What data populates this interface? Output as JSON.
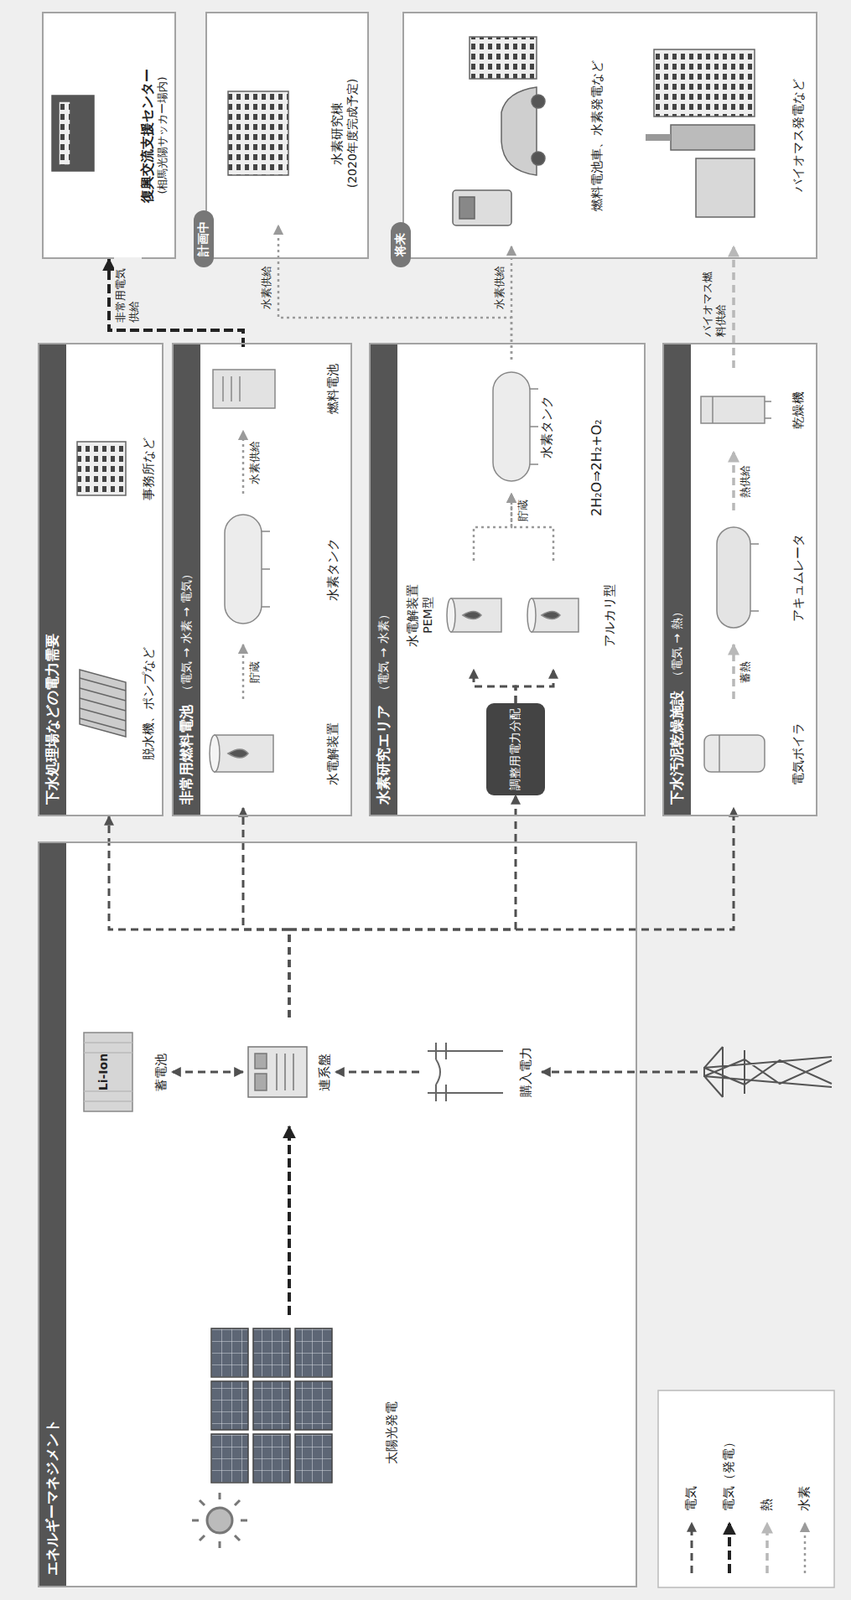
{
  "diagram": {
    "nodes": [
      {
        "text": [
          "エネルギーマネジメント"
        ]
      },
      {
        "text": [
          "太陽光発電"
        ],
        "in": 0
      },
      {
        "text": [
          "連系盤"
        ],
        "in": 0
      },
      {
        "text": [
          "Li-Ion",
          "蓄電池"
        ],
        "in": 0
      },
      {
        "text": [
          "購入電力"
        ],
        "in": 0
      },
      {
        "text": [
          "下水処理場などの電力需要"
        ]
      },
      {
        "text": [
          "脱水機、ポンプなど"
        ],
        "in": 5
      },
      {
        "text": [
          "事務所など"
        ],
        "in": 5
      },
      {
        "text": [
          "非常用燃料電池",
          "（電気 → 水素 → 電気）"
        ]
      },
      {
        "text": [
          "水電解装置"
        ],
        "in": 8
      },
      {
        "text": [
          "水素タンク"
        ],
        "in": 8
      },
      {
        "text": [
          "燃料電池"
        ],
        "in": 8
      },
      {
        "text": [
          "水素研究エリア",
          "（電気 → 水素）"
        ]
      },
      {
        "text": [
          "調整用電力分配"
        ],
        "in": 12
      },
      {
        "text": [
          "水電解装置",
          "PEM型"
        ],
        "in": 12
      },
      {
        "text": [
          "アルカリ型"
        ],
        "in": 12
      },
      {
        "text": [
          "水素タンク"
        ],
        "in": 12
      },
      {
        "text": [
          "下水汚泥乾燥施設",
          "（電気 → 熱）"
        ]
      },
      {
        "text": [
          "電気ボイラ"
        ],
        "in": 17
      },
      {
        "text": [
          "アキュムレータ"
        ],
        "in": 17
      },
      {
        "text": [
          "乾燥機"
        ],
        "in": 17
      },
      {
        "text": [
          "復興交流支援センター",
          "(相馬光陽サッカー場内)"
        ]
      },
      {
        "text": [
          "計画中"
        ]
      },
      {
        "text": [
          "水素研究棟",
          "(2020年度完成予定)"
        ],
        "in": 22
      },
      {
        "text": [
          "将来"
        ]
      },
      {
        "text": [
          "燃料電池車、水素発電など"
        ],
        "in": 24
      },
      {
        "text": [
          "バイオマス発電など"
        ],
        "in": 24
      }
    ],
    "edges": [
      {
        "from": 1,
        "to": 2,
        "arrow": "to"
      },
      {
        "from": 2,
        "to": 3,
        "arrow": "both"
      },
      {
        "from": 4,
        "to": 2,
        "arrow": "to"
      },
      {
        "from": 2,
        "to": 5,
        "arrow": "to"
      },
      {
        "from": 2,
        "to": 9,
        "arrow": "to"
      },
      {
        "from": 2,
        "to": 13,
        "arrow": "to"
      },
      {
        "from": 2,
        "to": 18,
        "arrow": "to"
      },
      {
        "from": 9,
        "to": 10,
        "label": "貯蔵",
        "arrow": "to"
      },
      {
        "from": 10,
        "to": 11,
        "label": "水素供給",
        "arrow": "to"
      },
      {
        "from": 11,
        "to": 21,
        "label": "非常用電気供給",
        "arrow": "to"
      },
      {
        "from": 13,
        "to": 14,
        "arrow": "to"
      },
      {
        "from": 13,
        "to": 15,
        "arrow": "to"
      },
      {
        "from": 14,
        "to": 16,
        "label": "貯蔵",
        "arrow": "to"
      },
      {
        "from": 15,
        "to": 16,
        "arrow": "to"
      },
      {
        "from": 16,
        "to": 23,
        "label": "水素供給",
        "arrow": "to"
      },
      {
        "from": 16,
        "to": 25,
        "label": "水素供給",
        "arrow": "to"
      },
      {
        "from": 18,
        "to": 19,
        "label": "蓄熱",
        "arrow": "to"
      },
      {
        "from": 19,
        "to": 20,
        "label": "熱供給",
        "arrow": "to"
      },
      {
        "from": 20,
        "to": 26,
        "label": "バイオマス燃料供給",
        "arrow": "to"
      }
    ],
    "labels": [
      "2H₂O⇒2H₂+O₂"
    ],
    "legend": [
      {
        "text": "電気"
      },
      {
        "text": "電気（発電）"
      },
      {
        "text": "熱"
      },
      {
        "text": "水素"
      }
    ]
  }
}
